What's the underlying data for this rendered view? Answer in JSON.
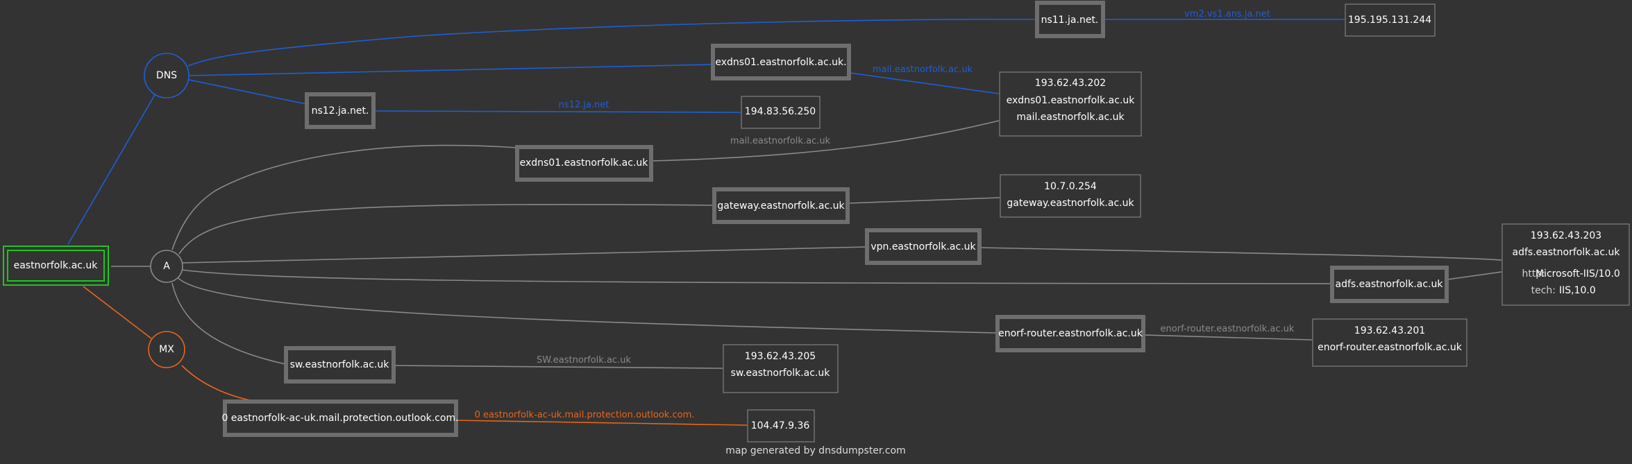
{
  "colors": {
    "background": "#333333",
    "dns_edge": "#1f5fd6",
    "mx_edge": "#e8661c",
    "a_edge": "#8a8a8a",
    "root_border": "#22c322",
    "highlight_green": "#3ce83c",
    "node_border": "#6e6e6e",
    "ip_border": "#808080"
  },
  "root": {
    "label": "eastnorfolk.ac.uk"
  },
  "groups": {
    "dns": "DNS",
    "a": "A",
    "mx": "MX"
  },
  "hosts": {
    "ns11": "ns11.ja.net.",
    "exdns_mx": "exdns01.eastnorfolk.ac.uk.",
    "ns12": "ns12.ja.net.",
    "exdns_a": "exdns01.eastnorfolk.ac.uk",
    "gateway": "gateway.eastnorfolk.ac.uk",
    "vpn": "vpn.eastnorfolk.ac.uk",
    "adfs": "adfs.eastnorfolk.ac.uk",
    "enorf": "enorf-router.eastnorfolk.ac.uk",
    "sw": "sw.eastnorfolk.ac.uk",
    "mx": "0 eastnorfolk-ac-uk.mail.protection.outlook.com."
  },
  "ips": {
    "ns11": {
      "line1": "195.195.131.244"
    },
    "ns12": {
      "line1": "194.83.56.250"
    },
    "mail": {
      "line1": "193.62.43.202",
      "line2": "exdns01.eastnorfolk.ac.uk",
      "line3": "mail.eastnorfolk.ac.uk"
    },
    "gateway": {
      "line1": "10.7.0.254",
      "line2": "gateway.eastnorfolk.ac.uk"
    },
    "adfs": {
      "line1": "193.62.43.203",
      "line2": "adfs.eastnorfolk.ac.uk",
      "http_label": "http:",
      "http_value": "Microsoft-IIS/10.0",
      "tech_label": "tech:",
      "tech_value": "IIS,10.0"
    },
    "enorf": {
      "line1": "193.62.43.201",
      "line2": "enorf-router.eastnorfolk.ac.uk"
    },
    "sw": {
      "line1": "193.62.43.205",
      "line2": "sw.eastnorfolk.ac.uk"
    },
    "mx": {
      "line1": "104.47.9.36"
    }
  },
  "edge_labels": {
    "ns11": "vm2.vs1.ans.ja.net",
    "exdns_mx": "mail.eastnorfolk.ac.uk",
    "ns12": "ns12.ja.net",
    "exdns_a": "mail.eastnorfolk.ac.uk",
    "enorf": "enorf-router.eastnorfolk.ac.uk",
    "sw": "SW.eastnorfolk.ac.uk",
    "mx": "0 eastnorfolk-ac-uk.mail.protection.outlook.com."
  },
  "footer": "map generated by dnsdumpster.com"
}
